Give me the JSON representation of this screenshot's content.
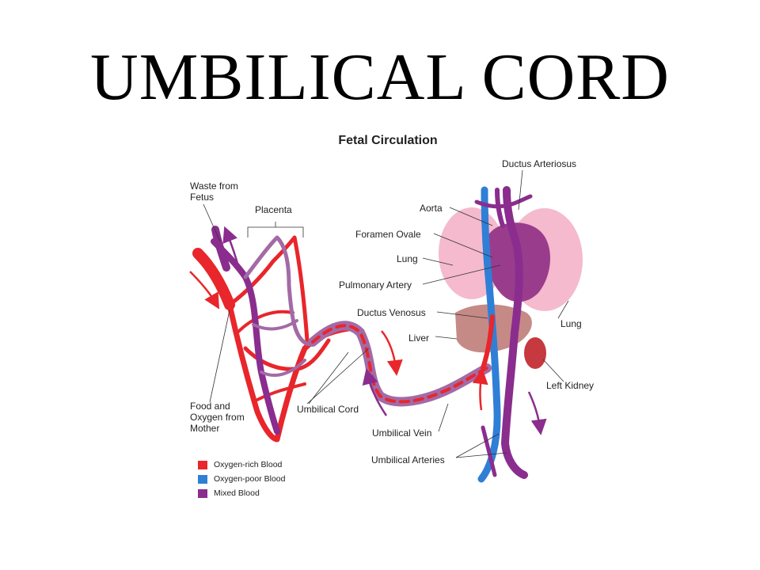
{
  "slide": {
    "title": "UMBILICAL CORD"
  },
  "figure": {
    "title": "Fetal Circulation"
  },
  "labels": {
    "waste": "Waste from Fetus",
    "placenta": "Placenta",
    "food": "Food and Oxygen from Mother",
    "umbilical_cord": "Umbilical Cord",
    "ductus_arteriosus": "Ductus Arteriosus",
    "aorta": "Aorta",
    "foramen_ovale": "Foramen Ovale",
    "lung_left": "Lung",
    "pulmonary_artery": "Pulmonary Artery",
    "ductus_venosus": "Ductus Venosus",
    "liver": "Liver",
    "lung_right": "Lung",
    "left_kidney": "Left Kidney",
    "umbilical_vein": "Umbilical Vein",
    "umbilical_arteries": "Umbilical Arteries"
  },
  "legend": [
    {
      "label": "Oxygen-rich Blood",
      "color": "#e8262b"
    },
    {
      "label": "Oxygen-poor Blood",
      "color": "#2f7fd6"
    },
    {
      "label": "Mixed Blood",
      "color": "#8a2d8e"
    }
  ],
  "colors": {
    "oxygen_rich": "#e8262b",
    "oxygen_poor": "#2f7fd6",
    "mixed": "#8a2d8e",
    "lung": "#f4b3c8",
    "heart": "#9a3c8c",
    "liver": "#c58a86",
    "kidney": "#c6393f"
  }
}
